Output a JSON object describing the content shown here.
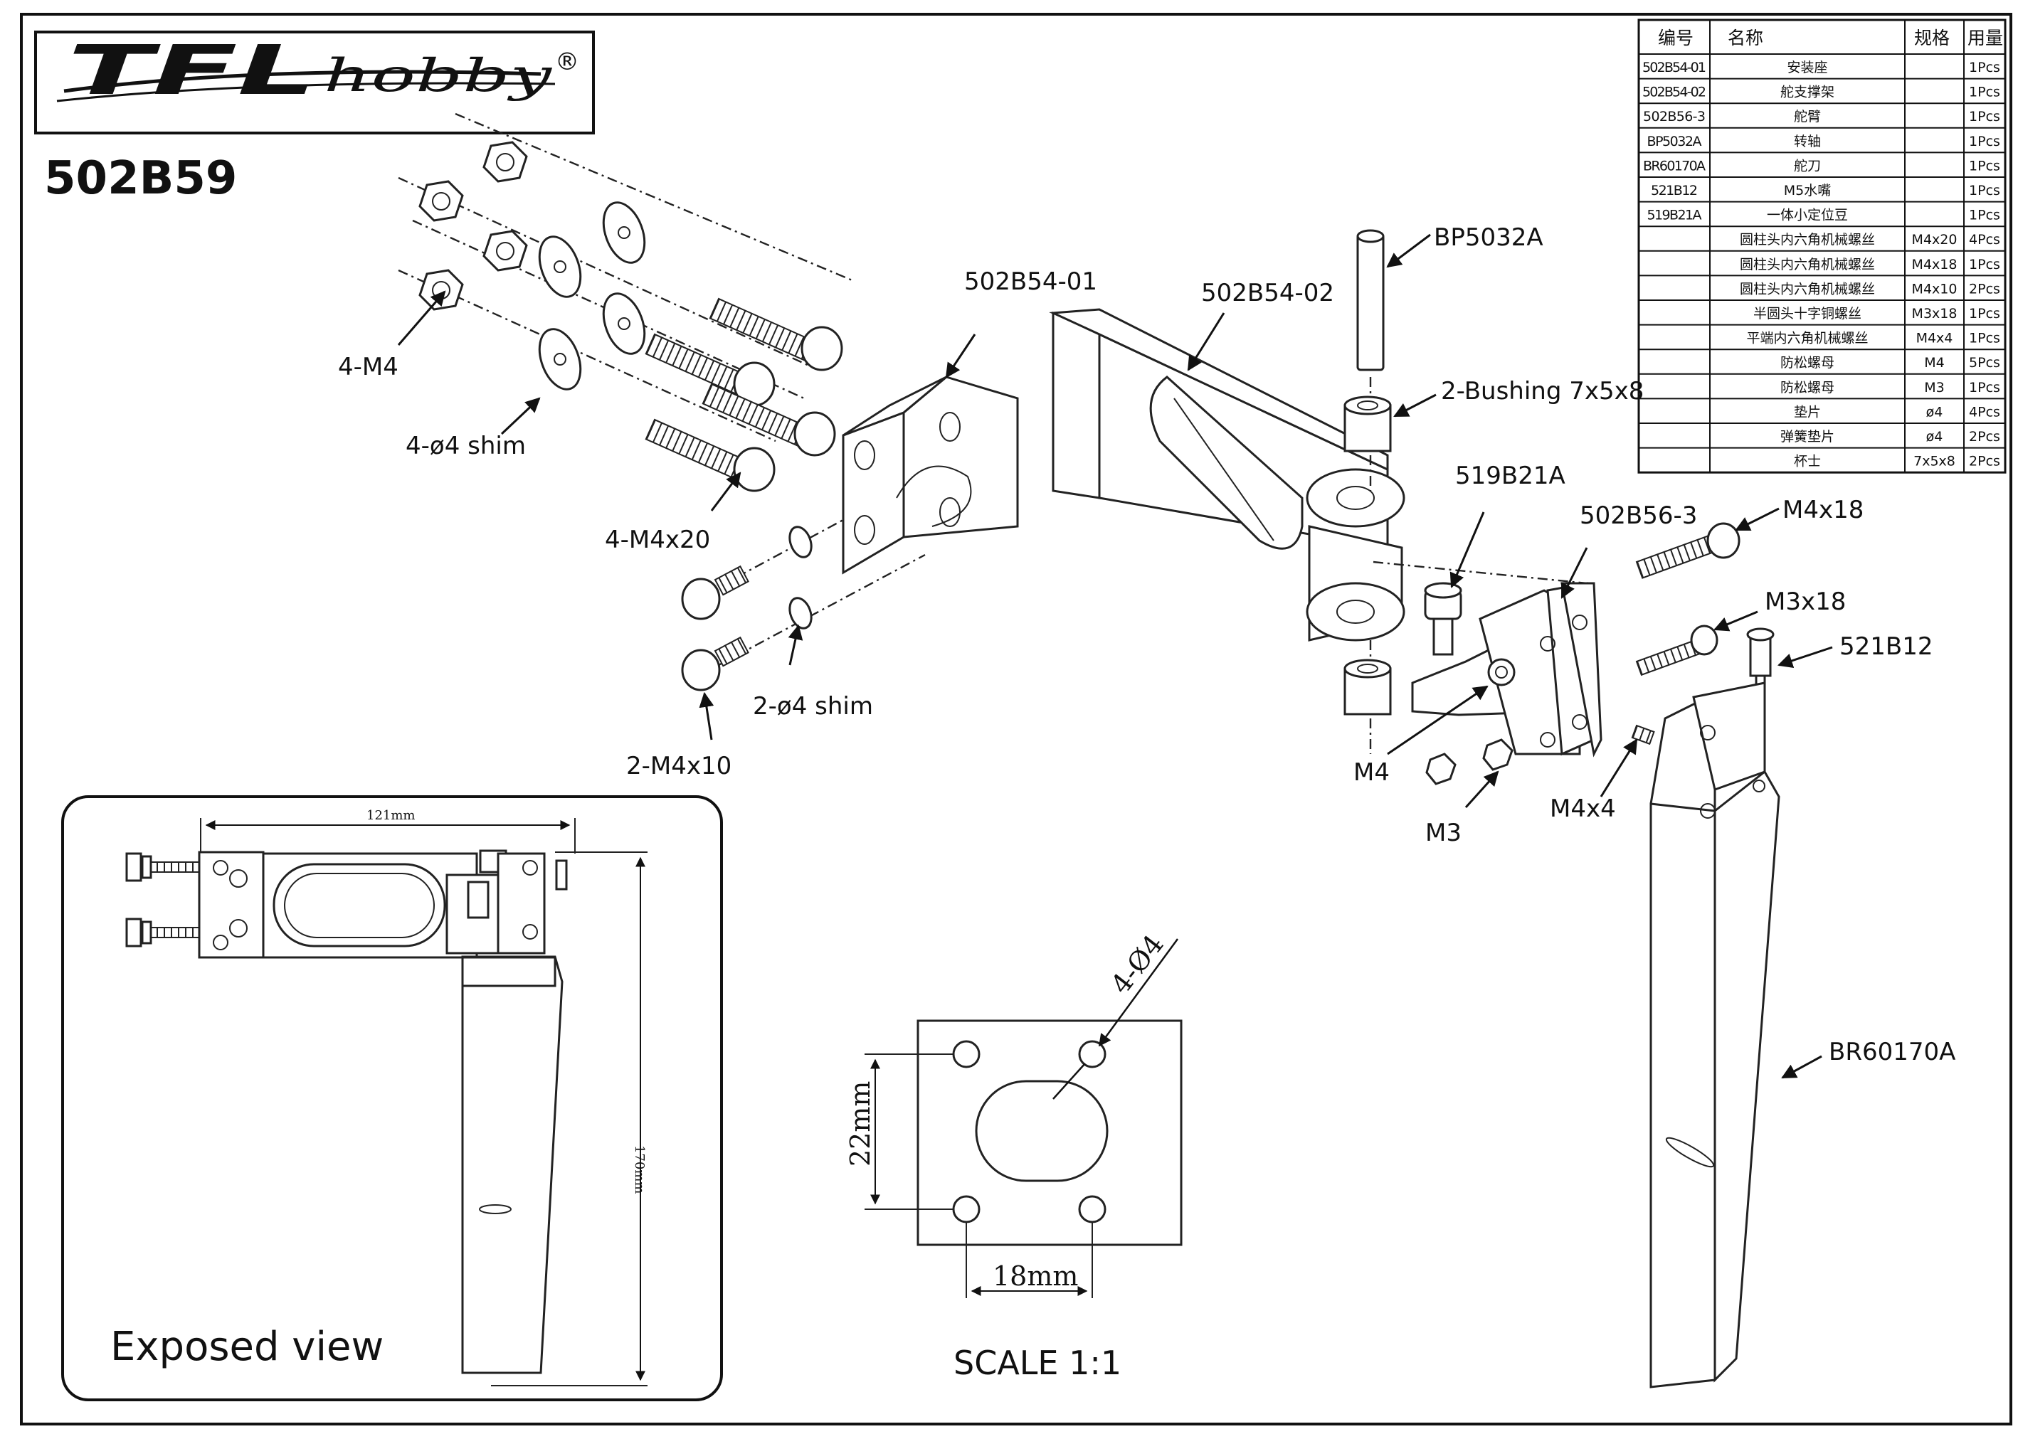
{
  "brand": {
    "logo_text": "TFL",
    "logo_script": "hobby",
    "registered": "®"
  },
  "model_number": "502B59",
  "callouts": {
    "bp5032a": "BP5032A",
    "b502b54_01": "502B54-01",
    "b502b54_02": "502B54-02",
    "bushing": "2-Bushing 7x5x8",
    "b519b21a": "519B21A",
    "b502b56_3": "502B56-3",
    "m4x18": "M4x18",
    "m3x18": "M3x18",
    "b521b12": "521B12",
    "m4_4": "4-M4",
    "shim_4": "4-ø4 shim",
    "m4x20_4": "4-M4x20",
    "shim_2": "2-ø4 shim",
    "m4x10_2": "2-M4x10",
    "m4": "M4",
    "m3": "M3",
    "m4x4": "M4x4",
    "br60170a": "BR60170A"
  },
  "exposed_view": {
    "label": "Exposed view",
    "width_dim": "121mm",
    "height_dim": "170mm"
  },
  "mount_template": {
    "holes": "4-Ø4",
    "height_dim": "22mm",
    "width_dim": "18mm",
    "scale": "SCALE 1:1"
  },
  "parts_table": {
    "headers": [
      "编号",
      "名称",
      "规格",
      "用量"
    ],
    "rows": [
      [
        "502B54-01",
        "安装座",
        "",
        "1Pcs"
      ],
      [
        "502B54-02",
        "舵支撑架",
        "",
        "1Pcs"
      ],
      [
        "502B56-3",
        "舵臂",
        "",
        "1Pcs"
      ],
      [
        "BP5032A",
        "转轴",
        "",
        "1Pcs"
      ],
      [
        "BR60170A",
        "舵刀",
        "",
        "1Pcs"
      ],
      [
        "521B12",
        "M5水嘴",
        "",
        "1Pcs"
      ],
      [
        "519B21A",
        "一体小定位豆",
        "",
        "1Pcs"
      ],
      [
        "",
        "圆柱头内六角机械螺丝",
        "M4x20",
        "4Pcs"
      ],
      [
        "",
        "圆柱头内六角机械螺丝",
        "M4x18",
        "1Pcs"
      ],
      [
        "",
        "圆柱头内六角机械螺丝",
        "M4x10",
        "2Pcs"
      ],
      [
        "",
        "半圆头十字铜螺丝",
        "M3x18",
        "1Pcs"
      ],
      [
        "",
        "平端内六角机械螺丝",
        "M4x4",
        "1Pcs"
      ],
      [
        "",
        "防松螺母",
        "M4",
        "5Pcs"
      ],
      [
        "",
        "防松螺母",
        "M3",
        "1Pcs"
      ],
      [
        "",
        "垫片",
        "ø4",
        "4Pcs"
      ],
      [
        "",
        "弹簧垫片",
        "ø4",
        "2Pcs"
      ],
      [
        "",
        "杯士",
        "7x5x8",
        "2Pcs"
      ]
    ]
  }
}
